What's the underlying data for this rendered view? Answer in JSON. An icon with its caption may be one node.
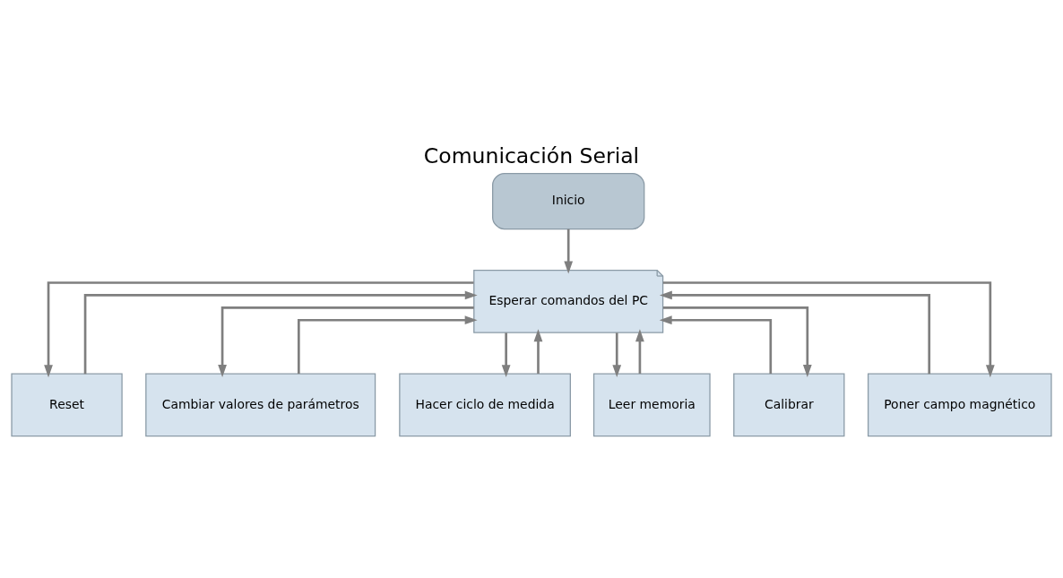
{
  "diagram": {
    "title": "Comunicación Serial",
    "nodes": [
      {
        "text": [
          "Inicio"
        ]
      },
      {
        "text": [
          "Esperar comandos del PC"
        ]
      },
      {
        "text": [
          "Reset"
        ]
      },
      {
        "text": [
          "Cambiar valores de parámetros"
        ]
      },
      {
        "text": [
          "Hacer ciclo de medida"
        ]
      },
      {
        "text": [
          "Leer memoria"
        ]
      },
      {
        "text": [
          "Calibrar"
        ]
      },
      {
        "text": [
          "Poner campo magnético"
        ]
      }
    ],
    "edges": [
      {
        "from": 0,
        "to": 1,
        "arrow": "to"
      },
      {
        "from": 1,
        "to": 2,
        "arrow": "to"
      },
      {
        "from": 1,
        "to": 3,
        "arrow": "to"
      },
      {
        "from": 1,
        "to": 4,
        "arrow": "to"
      },
      {
        "from": 1,
        "to": 5,
        "arrow": "to"
      },
      {
        "from": 1,
        "to": 6,
        "arrow": "to"
      },
      {
        "from": 1,
        "to": 7,
        "arrow": "to"
      },
      {
        "from": 2,
        "to": 1,
        "arrow": "to"
      },
      {
        "from": 3,
        "to": 1,
        "arrow": "to"
      },
      {
        "from": 4,
        "to": 1,
        "arrow": "to"
      },
      {
        "from": 5,
        "to": 1,
        "arrow": "to"
      },
      {
        "from": 6,
        "to": 1,
        "arrow": "to"
      },
      {
        "from": 7,
        "to": 1,
        "arrow": "to"
      }
    ]
  }
}
